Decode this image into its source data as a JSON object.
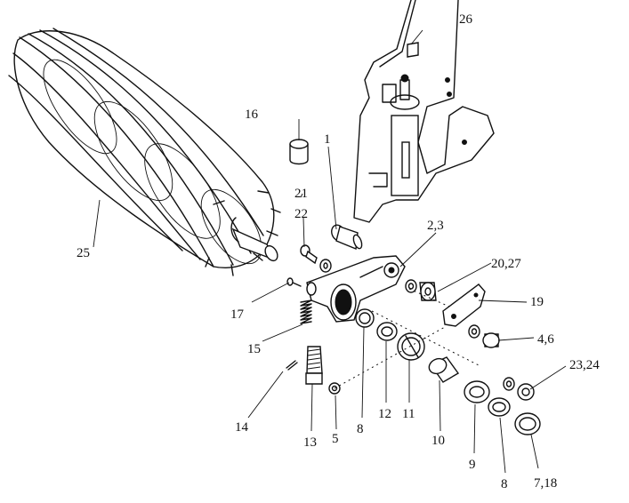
{
  "labels": {
    "l1": "1",
    "l23": "2,3",
    "l46": "4,6",
    "l5": "5",
    "l7_18": "7,18",
    "l8a": "8",
    "l8b": "8",
    "l9": "9",
    "l10": "10",
    "l11": "11",
    "l12": "12",
    "l13": "13",
    "l14": "14",
    "l15": "15",
    "l16": "16",
    "l17": "17",
    "l19": "19",
    "l20_27": "20,27",
    "l21": "21",
    "l22": "22",
    "l23_24": "23,24",
    "l25": "25",
    "l26": "26"
  },
  "colors": {
    "ink": "#111111",
    "background": "#ffffff"
  }
}
